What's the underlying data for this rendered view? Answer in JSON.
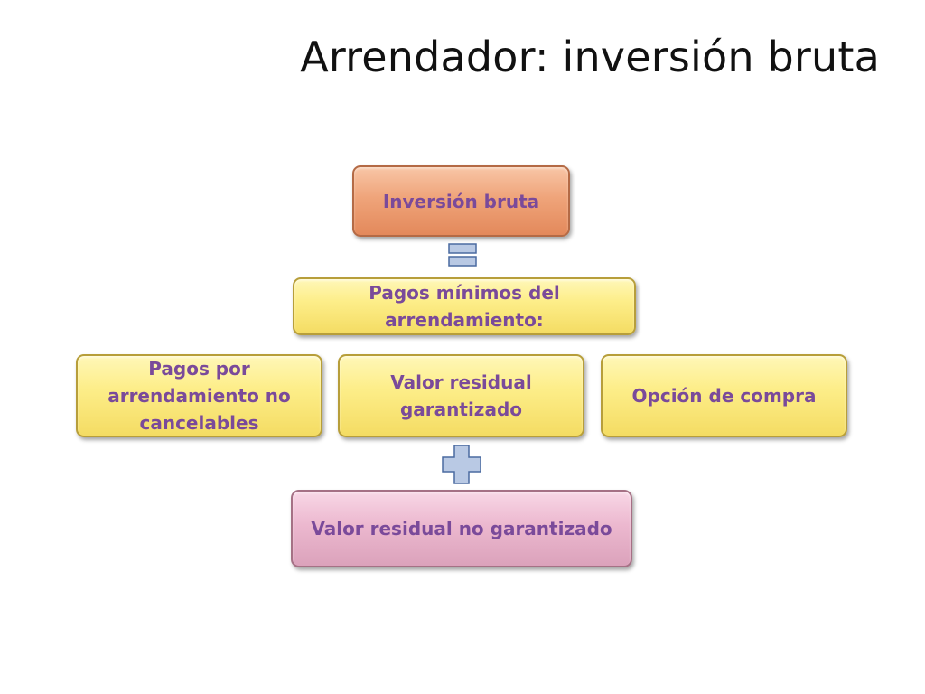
{
  "title": "Arrendador: inversión bruta",
  "nodes": {
    "gross_investment": "Inversión bruta",
    "minimum_payments": "Pagos mínimos del arrendamiento:",
    "non_cancellable_payments": "Pagos por arrendamiento no cancelables",
    "guaranteed_residual": "Valor residual garantizado",
    "purchase_option": "Opción de compra",
    "unguaranteed_residual": "Valor residual no garantizado"
  },
  "operators": {
    "equals": "equals-icon",
    "plus": "plus-icon"
  },
  "colors": {
    "text": "#7a4a9a",
    "orange_box": "#efa47a",
    "yellow_box": "#fdee8a",
    "pink_box": "#ecb8cf",
    "operator_fill": "#b9c9e4",
    "operator_stroke": "#4a6aa0"
  }
}
